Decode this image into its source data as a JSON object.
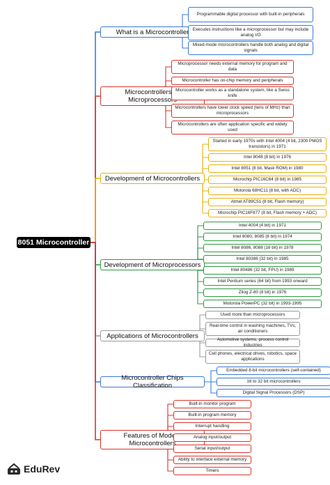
{
  "root": {
    "label": "8051 Microcontroller"
  },
  "branches": [
    {
      "label": "What is a Microcontroller",
      "color": "#3a79d8",
      "items": [
        "Programmable digital processor with built-in peripherals",
        "Executes instructions like a microprocessor but may include analog I/O",
        "Mixed-mode microcontrollers handle both analog and digital signals"
      ]
    },
    {
      "label": "Microcontrollers vs Microprocessors",
      "color": "#d9342b",
      "items": [
        "Microprocessor needs external memory for program and data",
        "Microcontroller has on-chip memory and peripherals",
        "Microcontroller works as a standalone system, like a Swiss knife",
        "Microcontrollers have lower clock speed (tens of MHz) than microprocessors",
        "Microcontrollers are often application specific and widely used"
      ]
    },
    {
      "label": "Development of Microcontrollers",
      "color": "#e9b10c",
      "items": [
        "Started in early 1970s with Intel 4004 (4 bit, 2300 PMOS transistors) in 1971",
        "Intel 8048 (8 bit) in 1976",
        "Intel 8051 (8 bit, Mask ROM) in 1980",
        "Microchip PIC16C64 (8 bit) in 1985",
        "Motorola 68HC11 (8 bit, with ADC)",
        "Atmel AT89C51 (8 bit, Flash memory)",
        "Microchip PIC16F877 (8 bit, Flash memory + ADC)"
      ]
    },
    {
      "label": "Development of Microprocessors",
      "color": "#2e9a3f",
      "items": [
        "Intel 4004 (4 bit) in 1971",
        "Intel 8080, 8085 (8 bit) in 1974",
        "Intel 8086, 8088 (16 bit) in 1978",
        "Intel 80386 (32 bit) in 1985",
        "Intel 80486 (32 bit, FPU) in 1989",
        "Intel Pentium series (64 bit) from 1993 onward",
        "Zilog Z-80 (8 bit) in 1976",
        "Motorola PowerPC (32 bit) in 1993-1995"
      ]
    },
    {
      "label": "Applications of Microcontrollers",
      "color": "#9a9a9a",
      "items": [
        "Used more than microprocessors",
        "Real-time control in washing machines, TVs, air conditioners",
        "Automotive systems, process control industries",
        "Cell phones, electrical drives, robotics, space applications"
      ]
    },
    {
      "label": "Microcontroller Chips Classification",
      "color": "#3a79d8",
      "items": [
        "Embedded 8-bit microcontrollers (self-contained)",
        "16 to 32 bit microcontrollers",
        "Digital Signal Processors (DSP)"
      ]
    },
    {
      "label": "Features of Modern Microcontrollers",
      "color": "#d9342b",
      "items": [
        "Built-in monitor program",
        "Built-in program memory",
        "Interrupt handling",
        "Analog input/output",
        "Serial input/output",
        "Ability to interface external memory",
        "Timers"
      ]
    }
  ],
  "logo": {
    "text": "EduRev"
  }
}
